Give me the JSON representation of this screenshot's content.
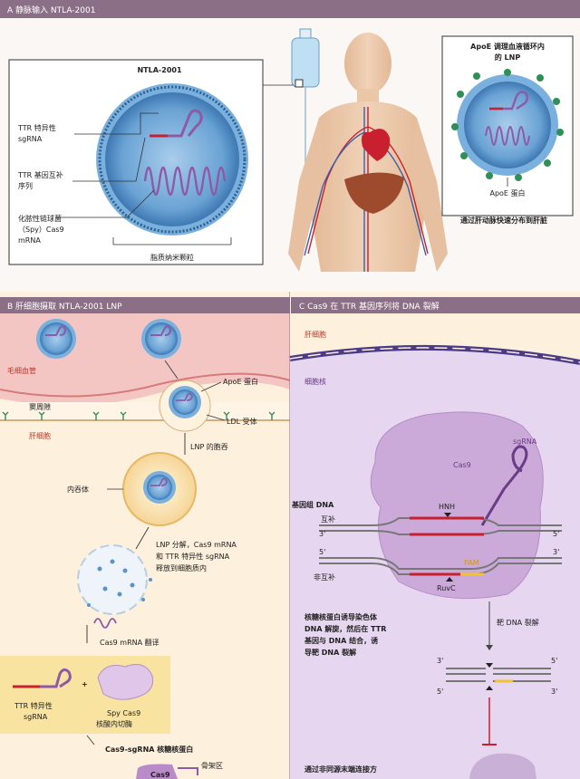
{
  "panel_a": {
    "title": "A  静脉输入 NTLA-2001",
    "nanoparticle_title": "NTLA-2001",
    "label_sgrna": [
      "TTR 特异性",
      "sgRNA"
    ],
    "label_seq": [
      "TTR 基因互补",
      "序列"
    ],
    "label_mrna": [
      "化脓性链球菌",
      "（Spy）Cas9",
      "mRNA"
    ],
    "label_lnp": "脂质纳米颗粒",
    "inset_title": [
      "ApoE 调理血液循环内",
      "的 LNP"
    ],
    "label_apoe": "ApoE 蛋白",
    "caption": "通过肝动脉快速分布到肝脏"
  },
  "panel_b": {
    "title": "B  肝细胞摄取 NTLA-2001 LNP",
    "label_capillary": "毛细血管",
    "label_space": "窦周隙",
    "label_hepatocyte": "肝细胞",
    "label_apoe": "ApoE 蛋白",
    "label_ldl": "LDL 受体",
    "label_endocytosis": "LNP 的胞吞",
    "label_endosome": "内吞体",
    "label_release": [
      "LNP 分解，Cas9 mRNA",
      "和 TTR 特异性 sgRNA",
      "释放到细胞质内"
    ],
    "label_translation": "Cas9 mRNA 翻译",
    "label_ttr_sgrna": [
      "TTR 特异性",
      "sgRNA"
    ],
    "label_plus": "+",
    "label_spycas9": [
      "Spy Cas9",
      "核酸内切酶"
    ],
    "label_rnp": "Cas9-sgRNA 核糖核蛋白",
    "label_cas9": "Cas9",
    "label_scaffold": "骨架区"
  },
  "panel_c": {
    "title": "C  Cas9 在 TTR 基因序列将 DNA 裂解",
    "label_hepatocyte": "肝细胞",
    "label_nucleus": "细胞核",
    "label_cas9": "Cas9",
    "label_sgrna": "sgRNA",
    "label_dna": "基因组 DNA",
    "label_comp": "互补",
    "label_noncomp": "非互补",
    "label_hnh": "HNH",
    "label_ruvc": "RuvC",
    "label_pam": "PAM",
    "label_3p": "3'",
    "label_5p": "5'",
    "text_rnp": [
      "核糖核蛋白诱导染色体",
      "DNA 解旋，然后在 TTR",
      "基因与 DNA 结合，诱",
      "导靶 DNA 裂解"
    ],
    "label_cleave": "靶 DNA 裂解",
    "text_nhej": "通过非同源末端连接方"
  },
  "colors": {
    "header_bg": "#8b6f86",
    "lnp_blue": "#5b93c9",
    "rna_purple": "#8e5aa8",
    "dna_red": "#c8202f",
    "pam_yellow": "#f1c232",
    "cas9_violet": "#c9a6d6",
    "nucleus_lilac": "#e3d3ec",
    "cytoplasm_peach": "#fbe7c8",
    "capillary_pink": "#f3c6c4",
    "skin": "#e8c4a8"
  }
}
